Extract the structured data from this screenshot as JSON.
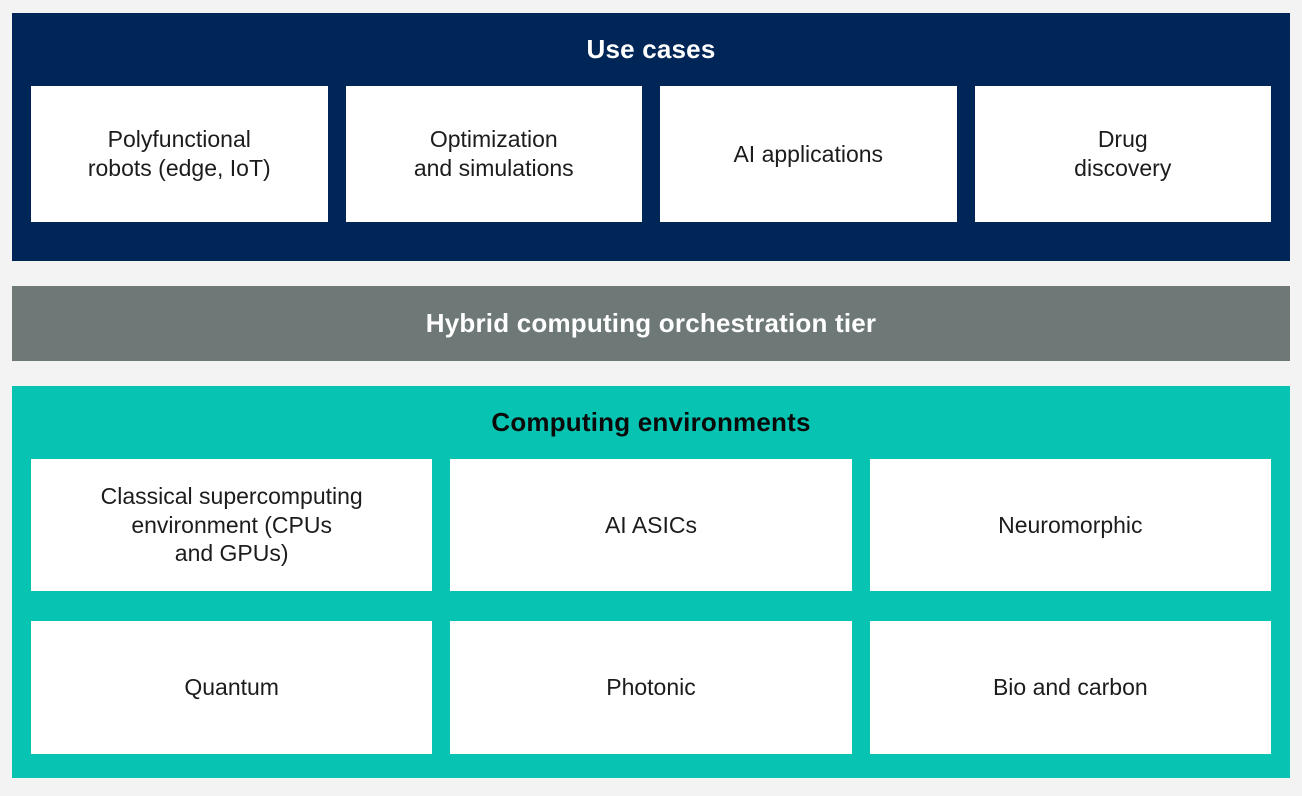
{
  "page": {
    "background_color": "#F2F3F2",
    "card_background_color": "#FFFFFF",
    "card_text_color": "#1C1C1C"
  },
  "use_cases": {
    "title": "Use cases",
    "background_color": "#002557",
    "title_color": "#FFFFFF",
    "items": [
      {
        "label": "Polyfunctional\nrobots (edge, IoT)"
      },
      {
        "label": "Optimization\nand simulations"
      },
      {
        "label": "AI applications"
      },
      {
        "label": "Drug\ndiscovery"
      }
    ]
  },
  "orchestration": {
    "title": "Hybrid computing orchestration tier",
    "background_color": "#6E7877",
    "title_color": "#FFFFFF"
  },
  "computing_environments": {
    "title": "Computing environments",
    "background_color": "#06C4B1",
    "title_color": "#0A0A0A",
    "rows": [
      {
        "items": [
          {
            "label": "Classical supercomputing\nenvironment (CPUs\nand GPUs)"
          },
          {
            "label": "AI ASICs"
          },
          {
            "label": "Neuromorphic"
          }
        ]
      },
      {
        "items": [
          {
            "label": "Quantum"
          },
          {
            "label": "Photonic"
          },
          {
            "label": "Bio and carbon"
          }
        ]
      }
    ]
  }
}
